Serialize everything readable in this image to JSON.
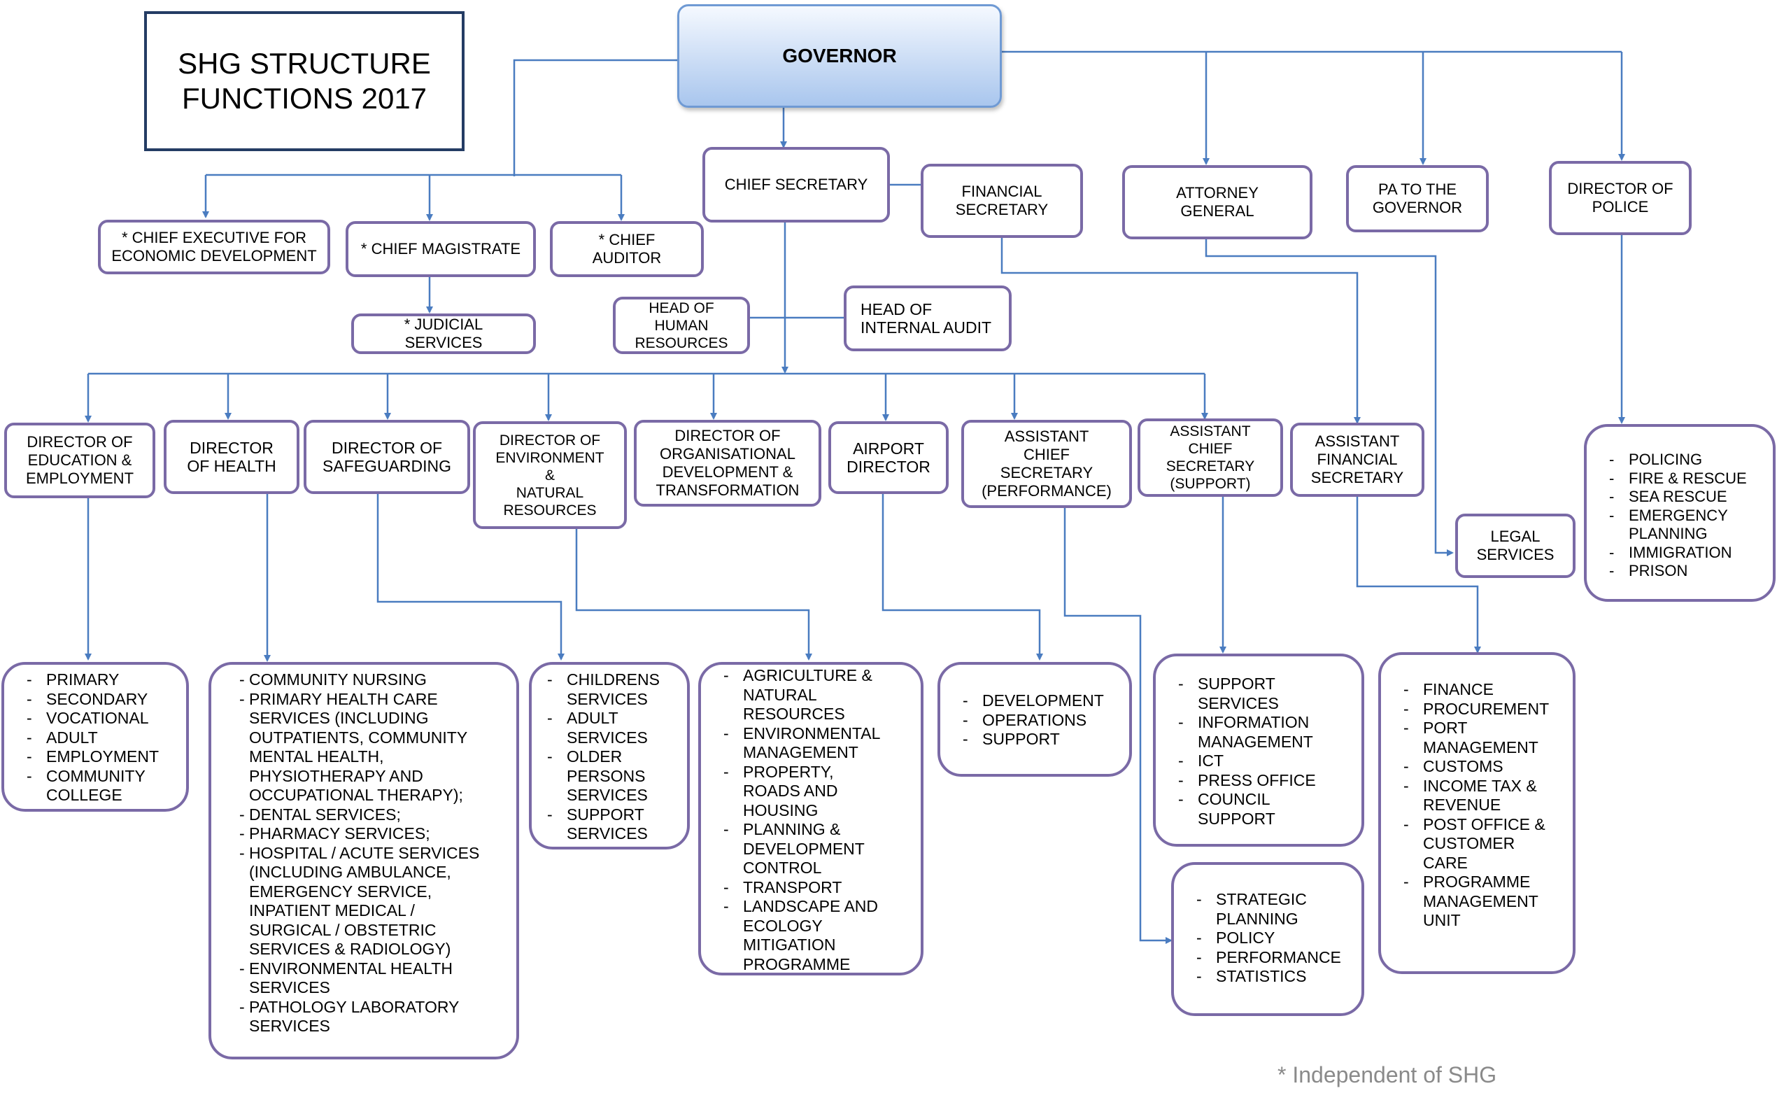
{
  "title": "SHG STRUCTURE\nFUNCTIONS 2017",
  "governor": "GOVERNOR",
  "footnote": "* Independent of SHG",
  "colors": {
    "border": "#7a6aa6",
    "connector": "#4a7cc0",
    "governor_fill": "#c7daf4",
    "title_border": "#243c64",
    "footnote": "#8a8a8a"
  },
  "nodes": {
    "chief_secretary": "CHIEF SECRETARY",
    "financial_secretary": "FINANCIAL\nSECRETARY",
    "attorney_general": "ATTORNEY\nGENERAL",
    "pa_governor": "PA TO THE\nGOVERNOR",
    "director_police": "DIRECTOR OF\nPOLICE",
    "chief_executive": "* CHIEF EXECUTIVE FOR\nECONOMIC DEVELOPMENT",
    "chief_magistrate": "* CHIEF MAGISTRATE",
    "chief_auditor": "* CHIEF\nAUDITOR",
    "judicial_services": "* JUDICIAL\nSERVICES",
    "head_hr": "HEAD OF\nHUMAN\nRESOURCES",
    "head_audit": "HEAD OF\nINTERNAL AUDIT",
    "dir_education": "DIRECTOR OF\nEDUCATION &\nEMPLOYMENT",
    "dir_health": "DIRECTOR\nOF HEALTH",
    "dir_safeguarding": "DIRECTOR OF\nSAFEGUARDING",
    "dir_environment": "DIRECTOR OF\nENVIRONMENT\n&\nNATURAL\nRESOURCES",
    "dir_organisational": "DIRECTOR OF\nORGANISATIONAL\nDEVELOPMENT &\nTRANSFORMATION",
    "airport_director": "AIRPORT\nDIRECTOR",
    "acs_performance": "ASSISTANT\nCHIEF\nSECRETARY\n(PERFORMANCE)",
    "acs_support": "ASSISTANT\nCHIEF\nSECRETARY\n(SUPPORT)",
    "afs": "ASSISTANT\nFINANCIAL\nSECRETARY",
    "legal_services": "LEGAL\nSERVICES"
  },
  "functions": {
    "education": [
      "PRIMARY",
      "SECONDARY",
      "VOCATIONAL",
      "ADULT",
      "EMPLOYMENT",
      "COMMUNITY\nCOLLEGE"
    ],
    "health": [
      "COMMUNITY NURSING",
      "PRIMARY HEALTH CARE\nSERVICES (INCLUDING\nOUTPATIENTS, COMMUNITY\nMENTAL HEALTH,\nPHYSIOTHERAPY AND\nOCCUPATIONAL THERAPY);",
      "DENTAL SERVICES;",
      "PHARMACY SERVICES;",
      "HOSPITAL / ACUTE SERVICES\n(INCLUDING AMBULANCE,\nEMERGENCY SERVICE,\nINPATIENT MEDICAL /\nSURGICAL / OBSTETRIC\nSERVICES & RADIOLOGY)",
      "ENVIRONMENTAL HEALTH\nSERVICES",
      "PATHOLOGY LABORATORY\nSERVICES"
    ],
    "safeguarding": [
      "CHILDRENS\nSERVICES",
      "ADULT\nSERVICES",
      "OLDER\nPERSONS\nSERVICES",
      "SUPPORT\nSERVICES"
    ],
    "environment": [
      "AGRICULTURE &\nNATURAL\nRESOURCES",
      "ENVIRONMENTAL\nMANAGEMENT",
      "PROPERTY,\nROADS AND\nHOUSING",
      "PLANNING &\nDEVELOPMENT\nCONTROL",
      "TRANSPORT",
      "LANDSCAPE AND\nECOLOGY\nMITIGATION\nPROGRAMME"
    ],
    "airport": [
      "DEVELOPMENT",
      "OPERATIONS",
      "SUPPORT"
    ],
    "support": [
      "SUPPORT\nSERVICES",
      "INFORMATION\nMANAGEMENT",
      "ICT",
      "PRESS OFFICE",
      "COUNCIL\nSUPPORT"
    ],
    "performance": [
      "STRATEGIC\nPLANNING",
      "POLICY",
      "PERFORMANCE",
      "STATISTICS"
    ],
    "finance": [
      "FINANCE",
      "PROCUREMENT",
      "PORT\nMANAGEMENT",
      "CUSTOMS",
      "INCOME TAX &\nREVENUE",
      "POST OFFICE &\nCUSTOMER\nCARE",
      "PROGRAMME\nMANAGEMENT\nUNIT"
    ],
    "police": [
      "POLICING",
      "FIRE & RESCUE",
      "SEA RESCUE",
      "EMERGENCY\nPLANNING",
      "IMMIGRATION",
      "PRISON"
    ]
  }
}
